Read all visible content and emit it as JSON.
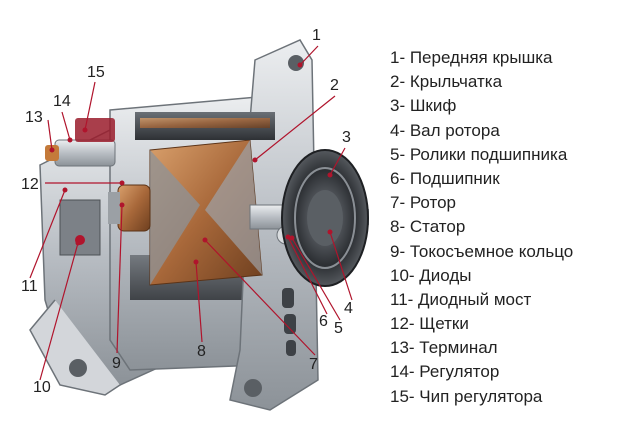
{
  "diagram": {
    "labels": [
      "1",
      "2",
      "3",
      "4",
      "5",
      "6",
      "7",
      "8",
      "9",
      "10",
      "11",
      "12",
      "13",
      "14",
      "15"
    ],
    "legend": [
      "1- Передняя крышка",
      "2- Крыльчатка",
      "3- Шкиф",
      "4- Вал ротора",
      "5- Ролики подшипника",
      "6- Подшипник",
      "7- Ротор",
      "8- Статор",
      "9- Токосъемное кольцо",
      "10- Диоды",
      "11- Диодный мост",
      "12- Щетки",
      "13- Терминал",
      "14- Регулятор",
      "15- Чип регулятора"
    ],
    "colors": {
      "leader": "#b0142c",
      "text": "#222222",
      "metal": "#c9cdd2",
      "copper": "#b87a45"
    }
  }
}
